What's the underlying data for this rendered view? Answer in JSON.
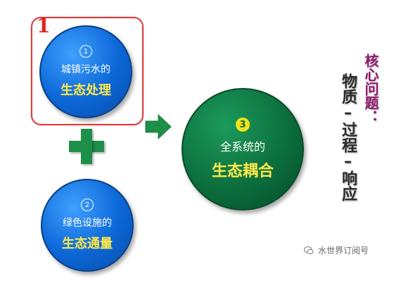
{
  "red_box_number": "1",
  "circle1": {
    "marker": "1",
    "line1": "城镇污水的",
    "line2": "生态处理"
  },
  "circle2": {
    "marker": "2",
    "line1": "绿色设施的",
    "line2": "生态通量"
  },
  "circle3": {
    "marker": "3",
    "line1": "全系统的",
    "line2": "生态耦合"
  },
  "right_title_red": "核心问题：",
  "right_title_dark": "物质–过程–响应",
  "watermark": "水世界订阅号",
  "colors": {
    "blue": "#0b66d6",
    "green": "#0a6a3a",
    "highlight": "#ffe84a",
    "red_box": "#e23a3a",
    "plus_arrow": "#1e8f49"
  }
}
